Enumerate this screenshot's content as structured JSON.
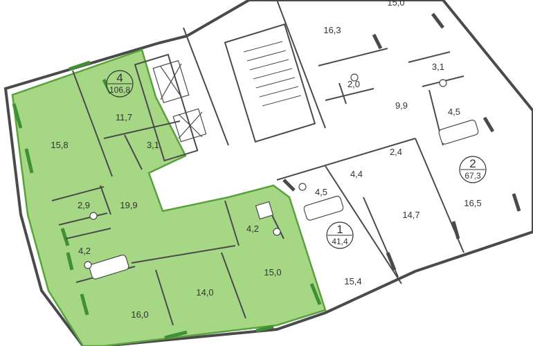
{
  "colors": {
    "selected_fill": "#a6d785",
    "selected_edge": "#5aa13d",
    "wall": "#4a4a4a",
    "window": "#3f8f35",
    "text": "#333333",
    "badge_stroke": "#333333"
  },
  "apartments": [
    {
      "number": "4",
      "area": "106,8",
      "selected": true
    },
    {
      "number": "1",
      "area": "41,4",
      "selected": false
    },
    {
      "number": "2",
      "area": "67,3",
      "selected": false
    }
  ],
  "rooms": [
    {
      "id": "a4-room-left-top",
      "area": "15,8"
    },
    {
      "id": "a4-kitchen-top",
      "area": "11,7"
    },
    {
      "id": "a4-bath-top",
      "area": "3,1"
    },
    {
      "id": "a4-wc-left",
      "area": "2,9"
    },
    {
      "id": "a4-hall",
      "area": "19,9"
    },
    {
      "id": "a4-bath-left",
      "area": "4,2"
    },
    {
      "id": "a4-bath-right",
      "area": "4,2"
    },
    {
      "id": "a4-room-bottom-left",
      "area": "16,0"
    },
    {
      "id": "a4-room-bottom-mid",
      "area": "14,0"
    },
    {
      "id": "a4-room-bottom-right",
      "area": "15,0"
    },
    {
      "id": "a1-bath",
      "area": "4,5"
    },
    {
      "id": "a1-hall",
      "area": "4,4"
    },
    {
      "id": "a1-kitchen",
      "area": "14,7"
    },
    {
      "id": "a1-room",
      "area": "15,4"
    },
    {
      "id": "a2-hall-small",
      "area": "2,4"
    },
    {
      "id": "a2-room",
      "area": "16,5"
    },
    {
      "id": "top-room-16",
      "area": "16,3"
    },
    {
      "id": "top-room-15",
      "area": "15,0"
    },
    {
      "id": "top-wc",
      "area": "2,0"
    },
    {
      "id": "top-hall",
      "area": "9,9"
    },
    {
      "id": "top-bath-small",
      "area": "3,1"
    },
    {
      "id": "top-bath",
      "area": "4,5"
    }
  ]
}
